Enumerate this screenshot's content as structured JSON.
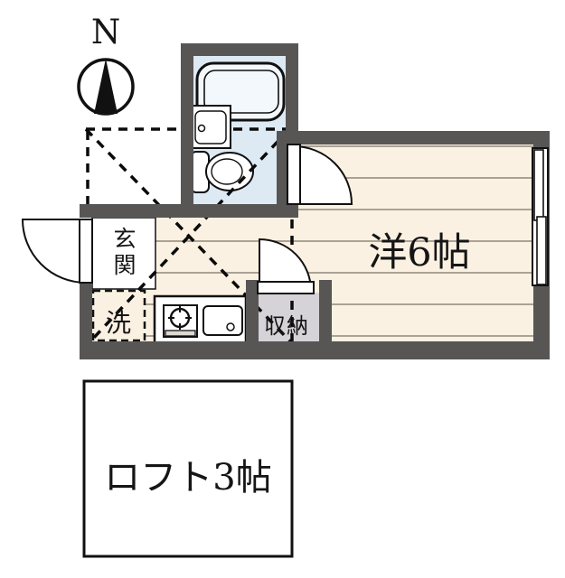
{
  "compass": {
    "north_label": "N"
  },
  "rooms": {
    "western_room": {
      "label": "洋6帖",
      "size_jo": 6
    },
    "loft": {
      "label": "ロフト3帖",
      "size_jo": 3
    },
    "entrance": {
      "label": "玄関"
    },
    "laundry": {
      "label": "洗"
    },
    "closet": {
      "label": "収納"
    }
  },
  "fixture_icons": [
    "bathtub-icon",
    "washbasin-icon",
    "toilet-icon",
    "stove-burner-icon",
    "kitchen-sink-icon",
    "north-arrow-icon",
    "window-icon",
    "door-swing-icon"
  ],
  "colors": {
    "wall": "#585555",
    "floor": "#fbf1e2",
    "floor_line": "#8f877b",
    "bathroom_floor": "#dde9f3",
    "closet_fill": "#d6d3d8",
    "outline": "#111111"
  }
}
